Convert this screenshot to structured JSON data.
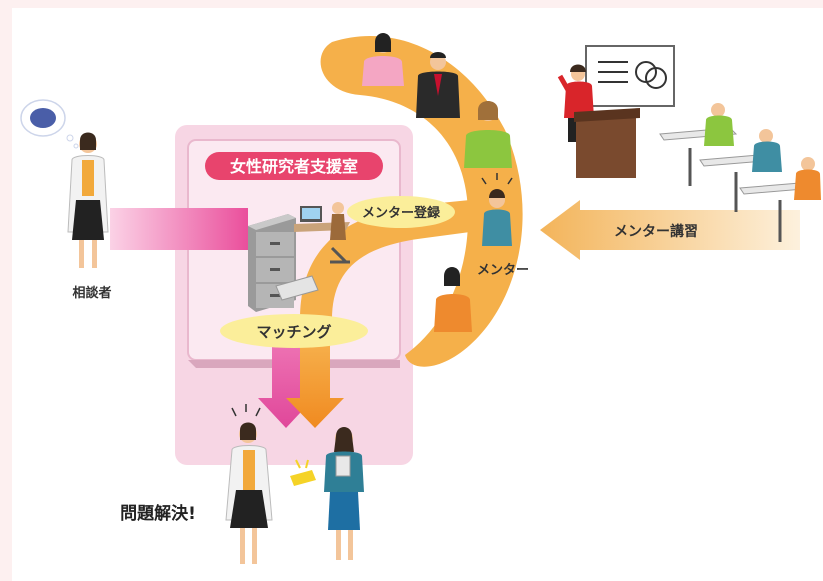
{
  "diagram": {
    "office_title": "女性研究者支援室",
    "consultant_label": "相談者",
    "mentor_register_label": "メンター登録",
    "mentor_label": "メンター",
    "mentor_training_label": "メンター講習",
    "matching_label": "マッチング",
    "solved_label": "問題解決!"
  },
  "colors": {
    "pink_box": "#f7d6e4",
    "pink_inner": "#fbe6ef",
    "office_title_bg": "#e8446d",
    "mentor_band": "#f5b04a",
    "mentor_training_arrow": "#f6c77d",
    "consult_arrow": "#ea4f9c",
    "matching_arrow": "#f59b30",
    "label_oval": "#fbee9a"
  }
}
